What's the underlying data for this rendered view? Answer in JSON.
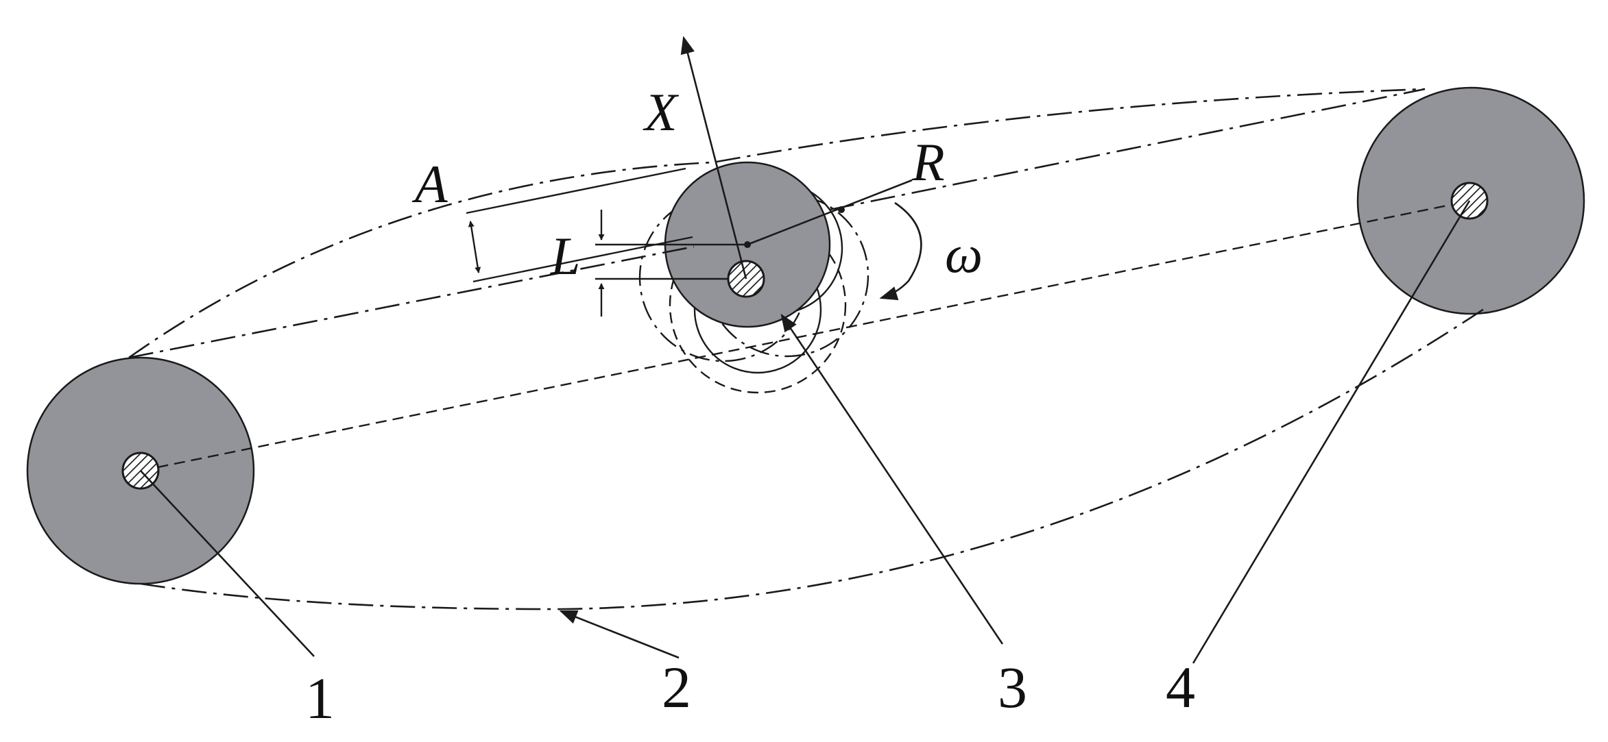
{
  "diagram": {
    "symbols": {
      "x_axis": "X",
      "amplitude": "A",
      "offset": "L",
      "radius": "R",
      "angular_velocity": "ω"
    },
    "callouts": [
      "1",
      "2",
      "3",
      "4"
    ],
    "colors": {
      "pulley_fill": "#939499",
      "line": "#1a1a1a",
      "background": "#ffffff"
    }
  }
}
